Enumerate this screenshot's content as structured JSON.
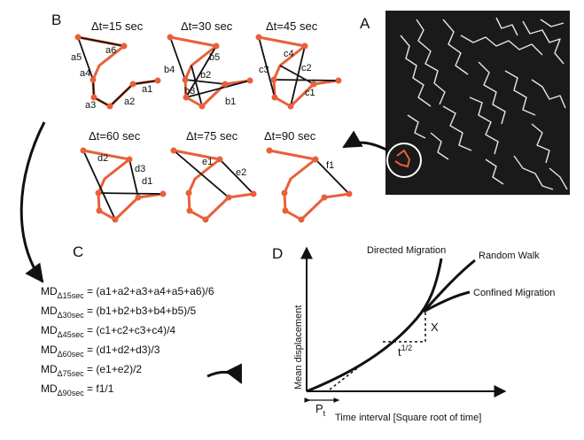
{
  "panels": {
    "a": "A",
    "b": "B",
    "c": "C",
    "d": "D"
  },
  "intervals": [
    "Δt=15 sec",
    "Δt=30 sec",
    "Δt=45 sec",
    "Δt=60 sec",
    "Δt=75 sec",
    "Δt=90 sec"
  ],
  "segments": {
    "a": [
      "a1",
      "a2",
      "a3",
      "a4",
      "a5",
      "a6"
    ],
    "b": [
      "b1",
      "b2",
      "b3",
      "b4",
      "b5"
    ],
    "c": [
      "c1",
      "c2",
      "c3",
      "c4"
    ],
    "d": [
      "d1",
      "d2",
      "d3"
    ],
    "e": [
      "e1",
      "e2"
    ],
    "f": [
      "f1"
    ]
  },
  "formulas": [
    {
      "md": "MD",
      "sub": "Δ15sec",
      "rhs": " = (a1+a2+a3+a4+a5+a6)/6"
    },
    {
      "md": "MD",
      "sub": "Δ30sec",
      "rhs": " = (b1+b2+b3+b4+b5)/5"
    },
    {
      "md": "MD",
      "sub": "Δ45sec",
      "rhs": " = (c1+c2+c3+c4)/4"
    },
    {
      "md": "MD",
      "sub": "Δ60sec",
      "rhs": " = (d1+d2+d3)/3"
    },
    {
      "md": "MD",
      "sub": "Δ75sec",
      "rhs": " = (e1+e2)/2"
    },
    {
      "md": "MD",
      "sub": "Δ90sec",
      "rhs": " = f1/1"
    }
  ],
  "plot": {
    "curves": [
      "Directed Migration",
      "Random Walk",
      "Confined Migration"
    ],
    "ylabel": "Mean displacement",
    "xlabel": "Time interval [Square root of time]",
    "slope_x": "t",
    "slope_x_sup": "1/2",
    "slope_y": "X",
    "pt": "P",
    "pt_sub": "t"
  },
  "colors": {
    "track": "#e8603a",
    "bg_dark": "#1a1a1a",
    "trails": "#e6e6e6"
  }
}
